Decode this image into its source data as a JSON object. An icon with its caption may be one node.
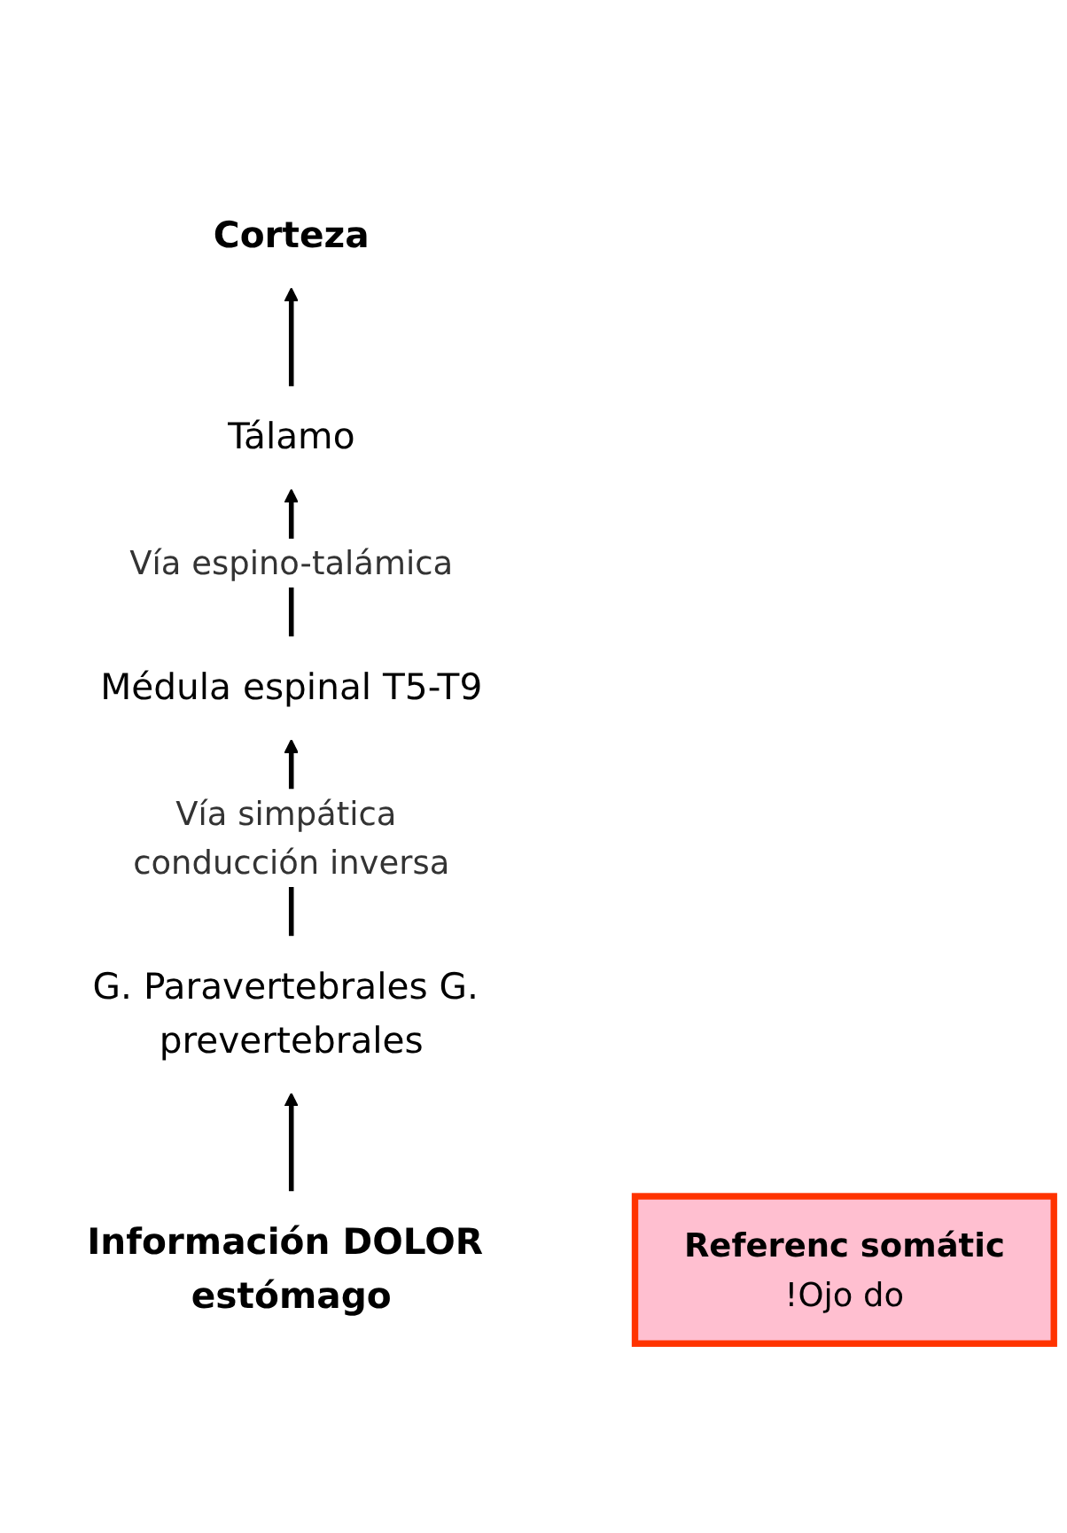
{
  "diagram": {
    "nodes": [
      {
        "text": [
          "Corteza"
        ]
      },
      {
        "text": [
          "Tálamo"
        ]
      },
      {
        "text": [
          "Médula espinal T5-T9"
        ]
      },
      {
        "text": [
          "G. Paravertebrales G. prevertebrales"
        ]
      },
      {
        "text": [
          "Información DOLOR estómago"
        ]
      },
      {
        "text": [
          "Referenc somátic",
          "!Ojo do"
        ]
      }
    ],
    "edges": [
      {
        "from": 1,
        "to": 0,
        "arrow": "to"
      },
      {
        "from": 2,
        "to": 1,
        "arrow": "to",
        "label": "Vía espino-talámica"
      },
      {
        "from": 3,
        "to": 2,
        "arrow": "to",
        "label": "Vía simpática conducción inversa"
      },
      {
        "from": 4,
        "to": 3,
        "arrow": "to"
      }
    ]
  }
}
